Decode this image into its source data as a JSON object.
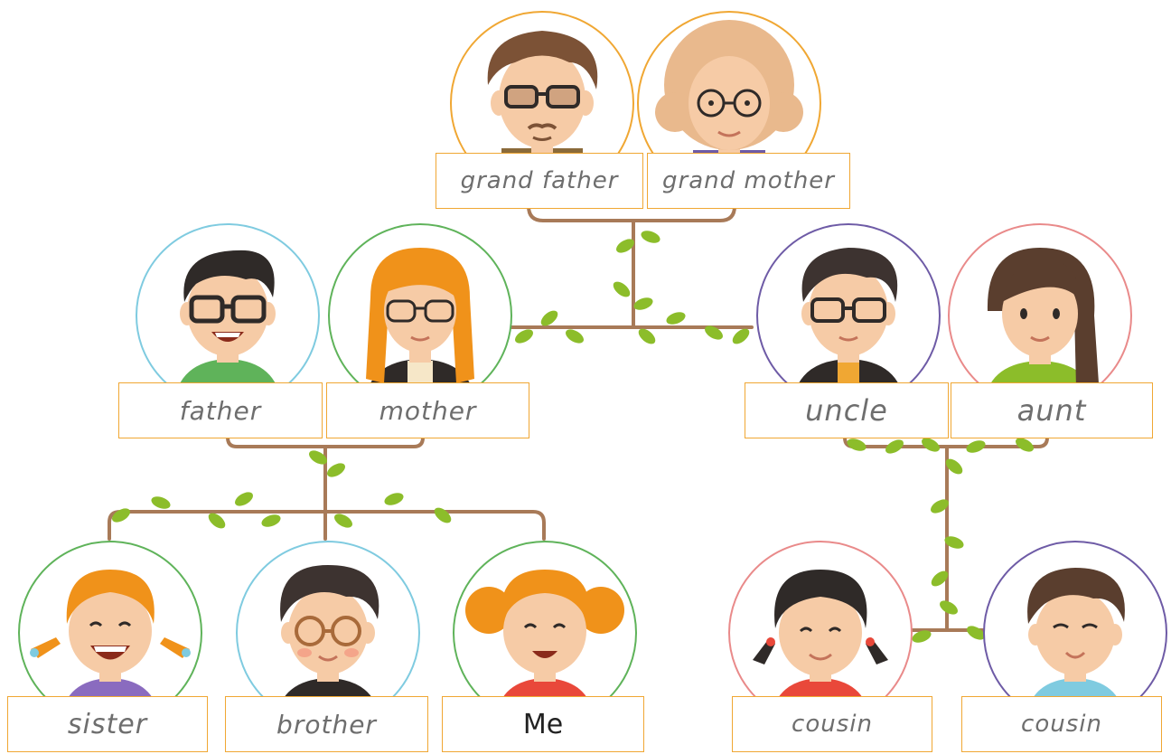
{
  "colors": {
    "branch": "#a87a58",
    "leaf": "#8cbd2a",
    "label_border": "#f0a733",
    "ring_orange": "#f0a733",
    "ring_blue": "#7fcbe0",
    "ring_green": "#5fb35a",
    "ring_purple": "#6e5ba6",
    "ring_pink": "#e98a8a",
    "skin": "#f6cba6",
    "cheek": "#f4a58a",
    "hair_brown": "#7c5236",
    "hair_orange": "#f0921a",
    "hair_dark": "#2f2a28",
    "hair_curly": "#e9b98d"
  },
  "members": {
    "grandfather": {
      "label": "grand father",
      "ring": "orange"
    },
    "grandmother": {
      "label": "grand mother",
      "ring": "orange"
    },
    "father": {
      "label": "father",
      "ring": "blue"
    },
    "mother": {
      "label": "mother",
      "ring": "green"
    },
    "uncle": {
      "label": "uncle",
      "ring": "purple"
    },
    "aunt": {
      "label": "aunt",
      "ring": "pink"
    },
    "sister": {
      "label": "sister",
      "ring": "green"
    },
    "brother": {
      "label": "brother",
      "ring": "blue"
    },
    "me": {
      "label": "Me",
      "ring": "green"
    },
    "cousin_girl": {
      "label": "cousin",
      "ring": "pink"
    },
    "cousin_boy": {
      "label": "cousin",
      "ring": "purple"
    }
  }
}
